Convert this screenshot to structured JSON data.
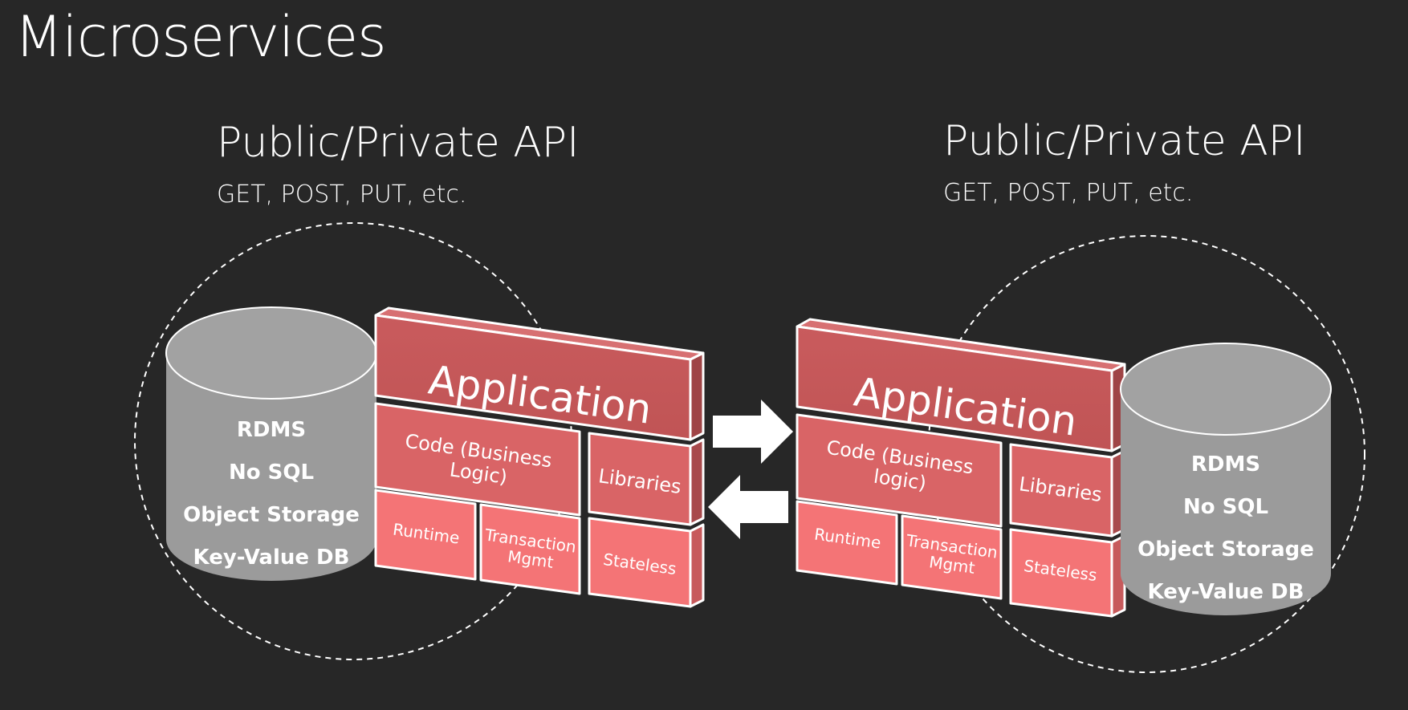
{
  "slide": {
    "title": "Microservices"
  },
  "services": [
    {
      "api_title": "Public/Private API",
      "api_subtitle": "GET, POST, PUT, etc.",
      "datastores": [
        "RDMS",
        "No SQL",
        "Object Storage",
        "Key-Value DB"
      ],
      "application": "Application",
      "code_line1": "Code (Business",
      "code_line2": "Logic)",
      "libraries": "Libraries",
      "runtime": "Runtime",
      "transaction_line1": "Transaction",
      "transaction_line2": "Mgmt",
      "stateless": "Stateless"
    },
    {
      "api_title": "Public/Private API",
      "api_subtitle": "GET, POST, PUT, etc.",
      "datastores": [
        "RDMS",
        "No SQL",
        "Object Storage",
        "Key-Value DB"
      ],
      "application": "Application",
      "code_line1": "Code (Business",
      "code_line2": "logic)",
      "libraries": "Libraries",
      "runtime": "Runtime",
      "transaction_line1": "Transaction",
      "transaction_line2": "Mgmt",
      "stateless": "Stateless"
    }
  ],
  "colors": {
    "background": "#272727",
    "cylinder": "#9b9b9b",
    "application_block": "#c75a5c",
    "code_block": "#d96466",
    "base_block": "#f47476",
    "outline": "#ffffff"
  },
  "icons": [
    "arrow-right-icon",
    "arrow-left-icon",
    "database-cylinder-icon"
  ]
}
